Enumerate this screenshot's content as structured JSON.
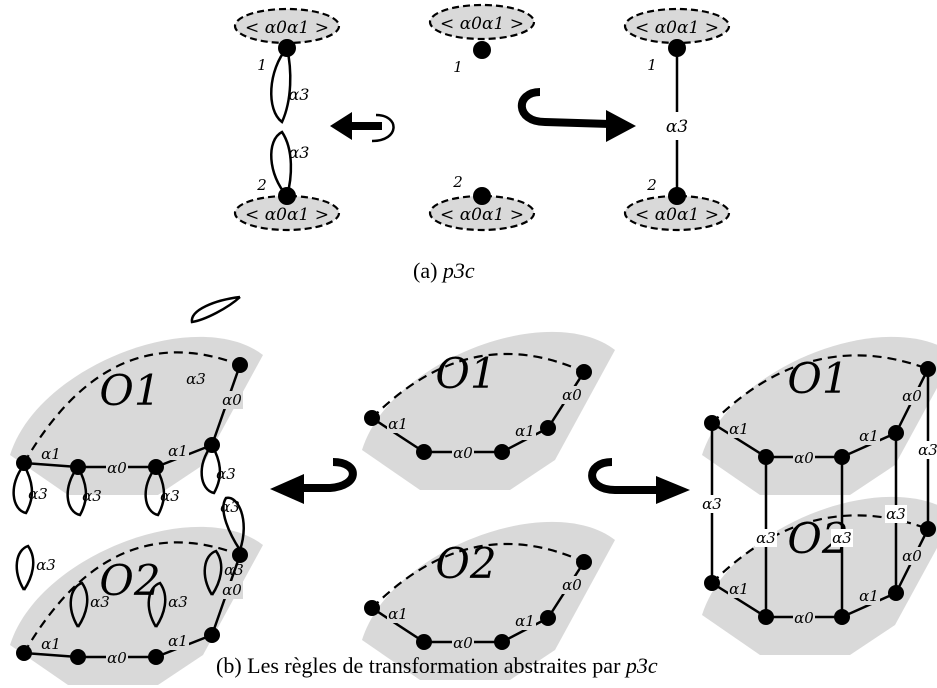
{
  "panel_a": {
    "ellipse_label": "< α0α1 >",
    "node_1": "1",
    "node_2": "2",
    "loop_label": "α3",
    "edge_label": "α3",
    "caption_prefix": "(a)",
    "caption_math": "p3c"
  },
  "panel_b": {
    "face_O1": "O1",
    "face_O2": "O2",
    "alpha0": "α0",
    "alpha1": "α1",
    "alpha3": "α3",
    "caption_prefix": "(b) Les règles de transformation abstraites par",
    "caption_math": "p3c"
  },
  "colors": {
    "fill": "#d9d9d9",
    "stroke": "#000000"
  }
}
